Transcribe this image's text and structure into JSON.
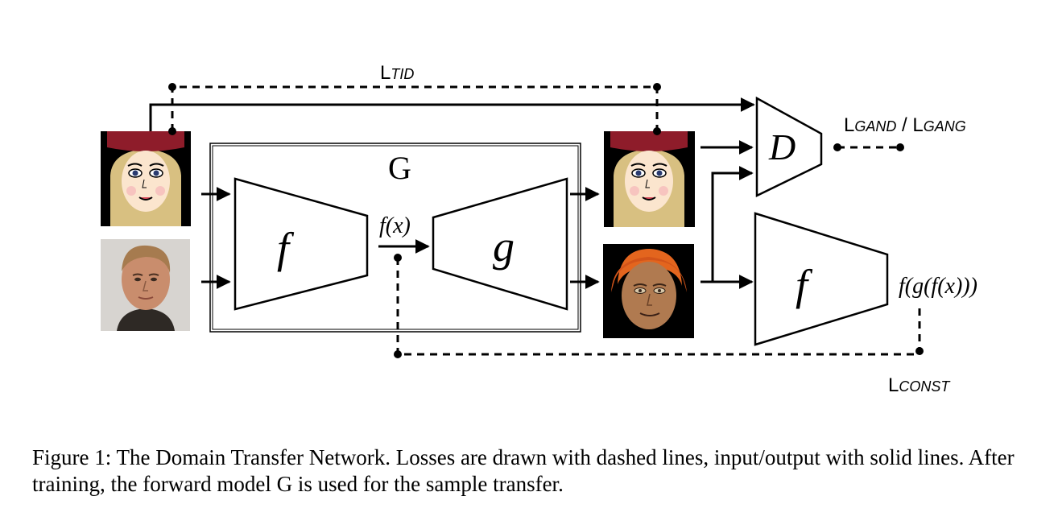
{
  "diagram": {
    "loss_tid": {
      "main": "L",
      "sub": "TID"
    },
    "loss_gan": {
      "main1": "L",
      "sub1": "GAND",
      "sep": " / ",
      "main2": "L",
      "sub2": "GANG"
    },
    "loss_const": {
      "main": "L",
      "sub": "CONST"
    },
    "generator_label": "G",
    "encoder_label": "f",
    "decoder_label": "g",
    "discriminator_label": "D",
    "encoder2_label": "f",
    "fx_label": "f(x)",
    "fgfx_label": "f(g(f(x)))"
  },
  "caption": {
    "text": "Figure 1: The Domain Transfer Network. Losses are drawn with dashed lines, input/output with solid lines. After training, the forward model G is used for the sample transfer."
  },
  "images": {
    "input_target_domain": "emoji-woman-face",
    "input_source_domain": "photo-man-face",
    "output_target_domain": "emoji-woman-face",
    "output_transferred": "emoji-man-face"
  }
}
